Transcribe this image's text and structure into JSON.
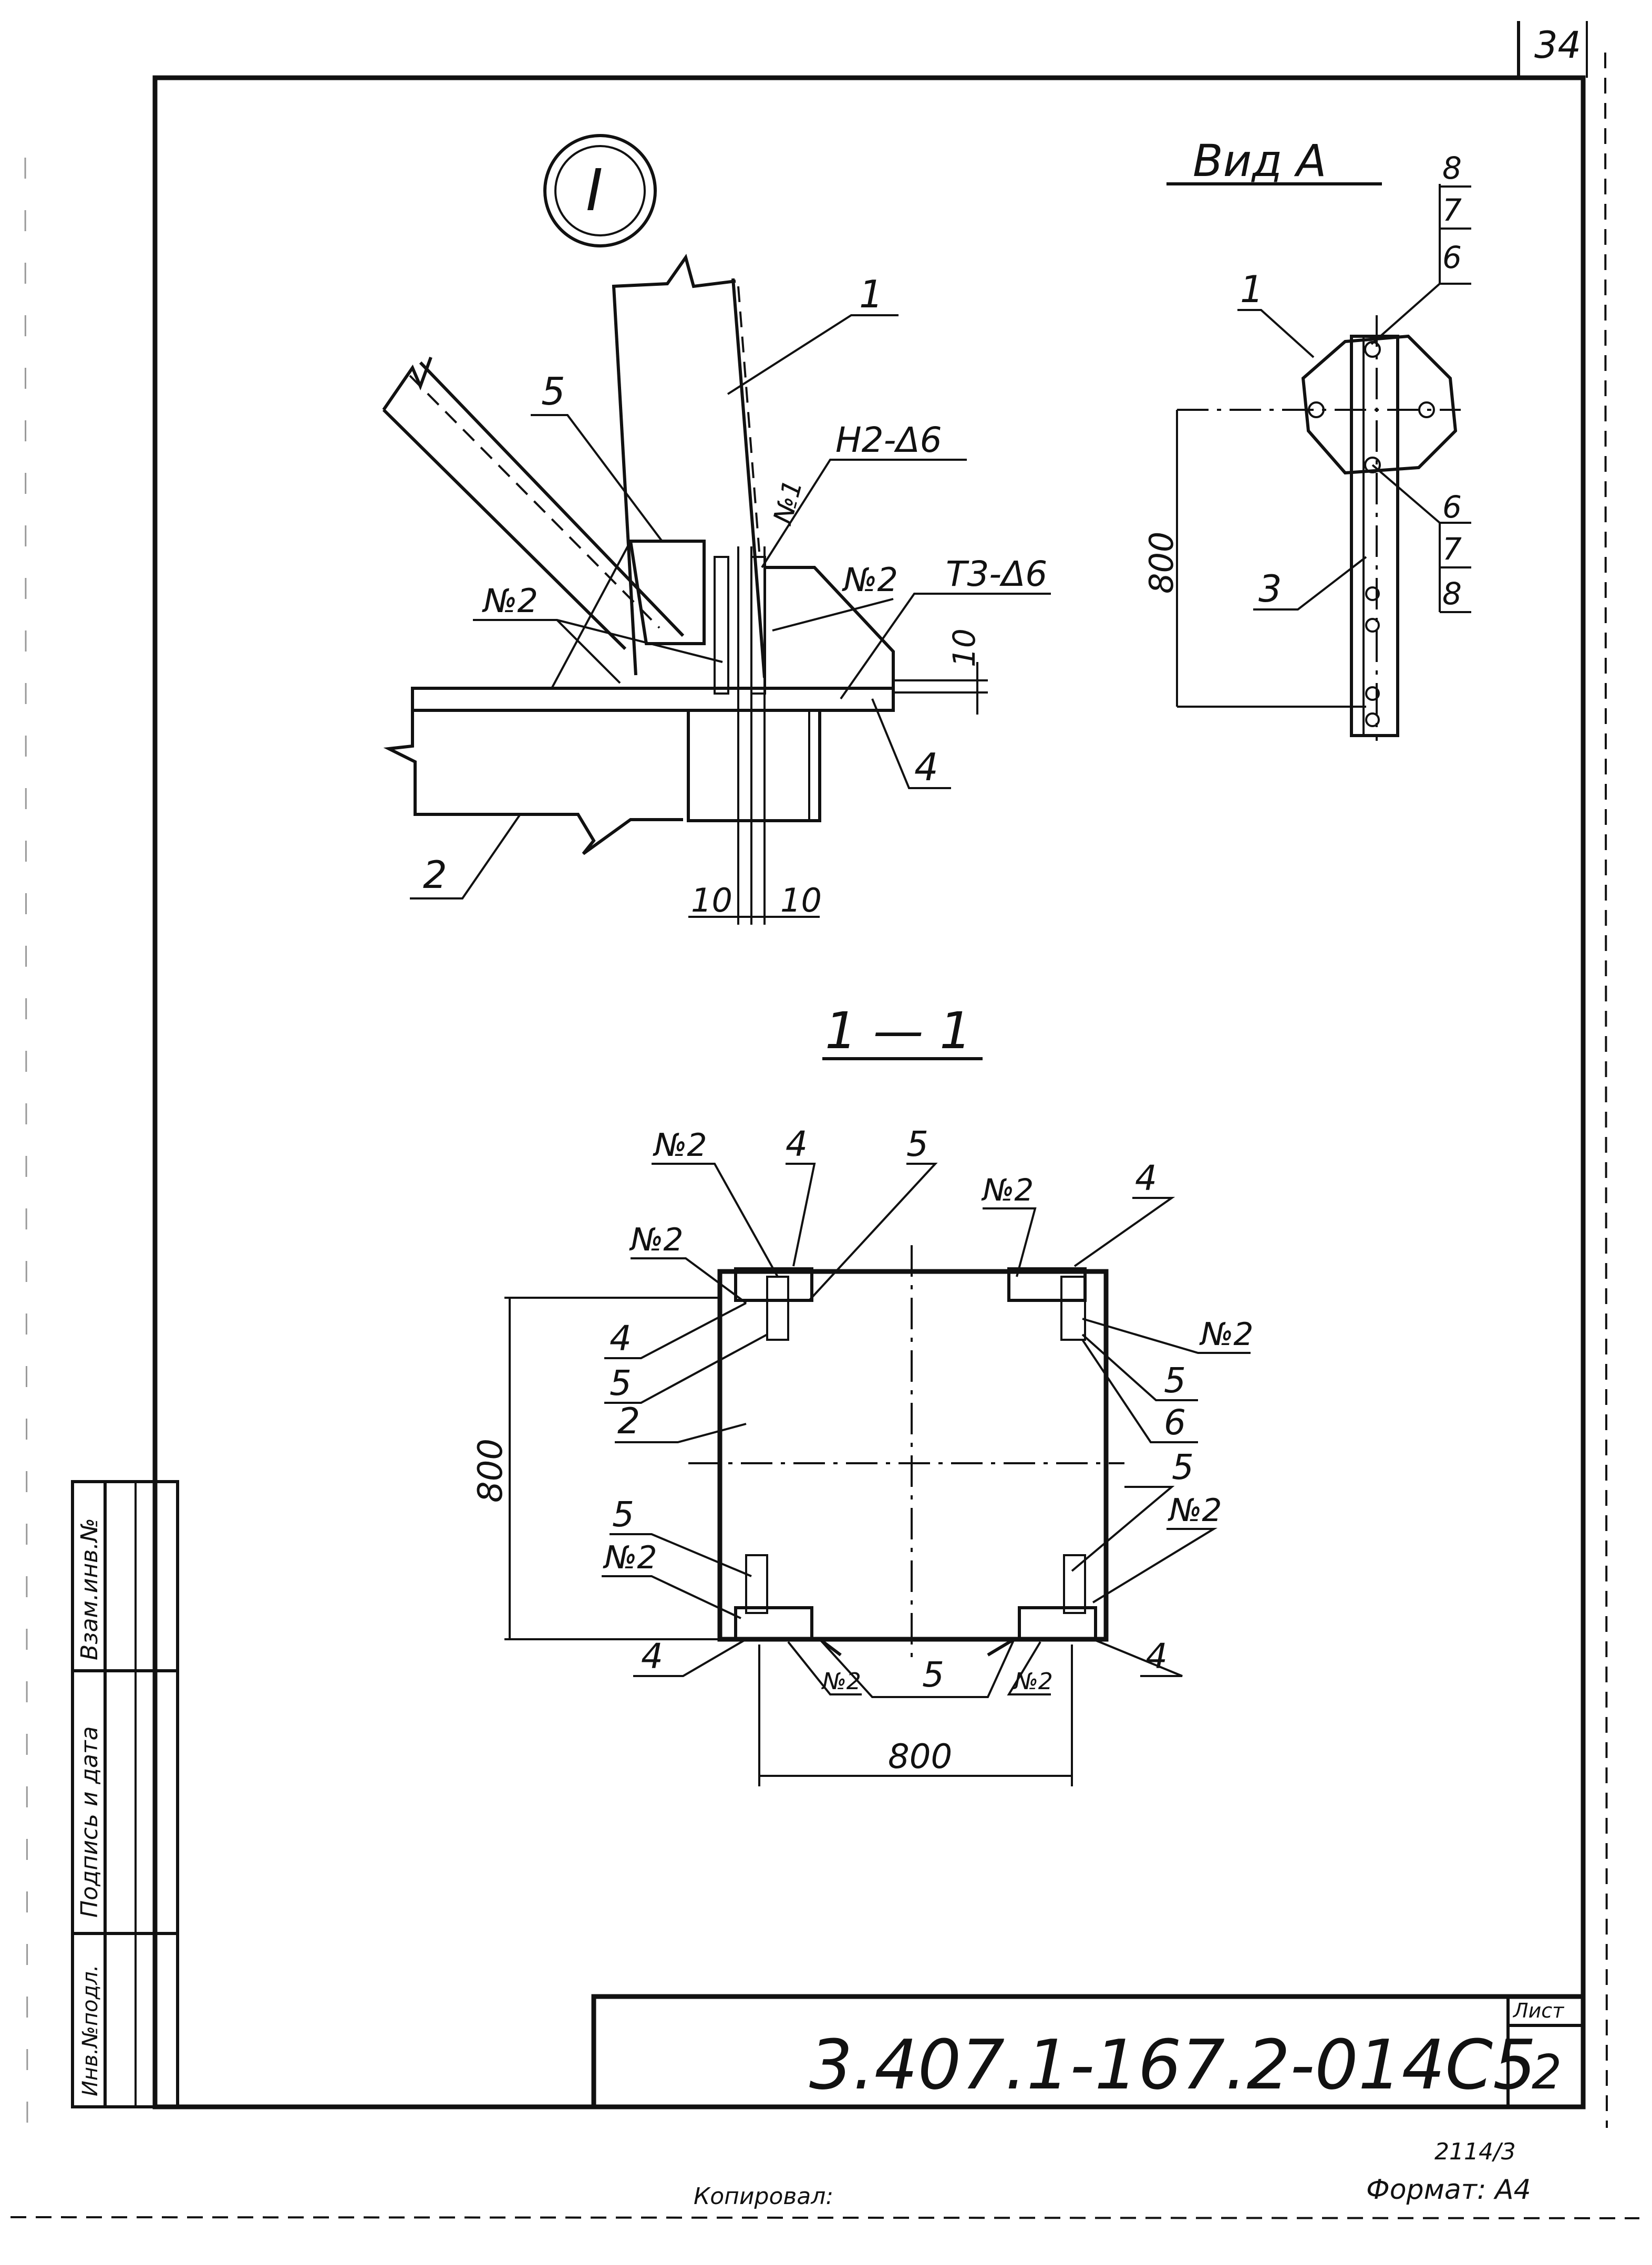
{
  "sheet_number_corner": "34",
  "callout_circle": "I",
  "vid_a": {
    "title": "Вид А",
    "stack_top": [
      "8",
      "7",
      "6"
    ],
    "stack_bottom": [
      "6",
      "7",
      "8"
    ],
    "label_1": "1",
    "label_3": "3",
    "dim_800": "800"
  },
  "detail_I": {
    "label_1": "1",
    "label_2": "2",
    "label_4": "4",
    "label_5": "5",
    "weld_n1": "№1",
    "weld_h2": "Н2-Δ6",
    "weld_t3": "Т3-Δ6",
    "weld_n2_left": "№2",
    "weld_n2_right": "№2",
    "dim_10_top": "10",
    "dim_10_left": "10",
    "dim_10_right": "10"
  },
  "section_1_1": {
    "title": "1 — 1",
    "label_2": "2",
    "dim_800_vertical": "800",
    "dim_800_horizontal": "800",
    "tl": {
      "n2a": "№2",
      "n2b": "№2",
      "four_top": "4",
      "five_top": "5",
      "four_left": "4",
      "five_left": "5"
    },
    "tr": {
      "n2a": "№2",
      "four": "4",
      "n2b": "№2",
      "five": "5",
      "six": "6"
    },
    "bl": {
      "five": "5",
      "n2": "№2",
      "four": "4",
      "n2_bottom": "№2"
    },
    "br": {
      "five": "5",
      "n2": "№2",
      "four": "4",
      "n2_bottom": "№2"
    },
    "five_bottom": "5"
  },
  "side_stamp": {
    "col1": "Инв.№подл.",
    "col2": "Подпись и дата",
    "col3": "Взам.инв.№"
  },
  "title_block": {
    "designation": "3.407.1-167.2-014С5",
    "list_label": "Лист",
    "list_number": "2"
  },
  "footer": {
    "copied": "Копировал:",
    "format": "Формат: А4",
    "code": "2114/3"
  }
}
